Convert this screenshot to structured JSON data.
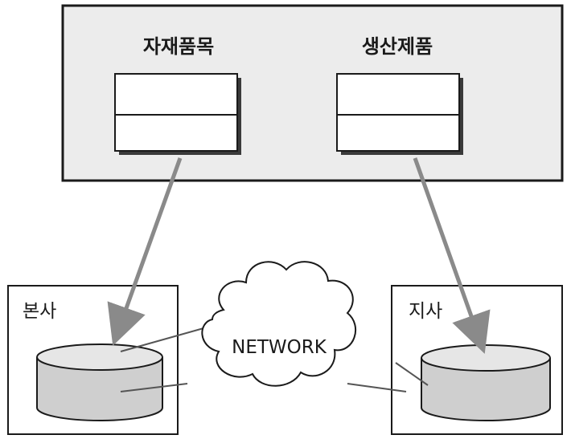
{
  "top_panel": {
    "table_left_label": "자재품목",
    "table_right_label": "생산제품"
  },
  "sites": {
    "head_office_label": "본사",
    "branch_label": "지사"
  },
  "network": {
    "label": "NETWORK"
  },
  "colors": {
    "panel_fill": "#ececec",
    "cylinder_fill": "#cfcfcf",
    "arrow": "#8a8a8a",
    "outline": "#1a1a1a"
  }
}
